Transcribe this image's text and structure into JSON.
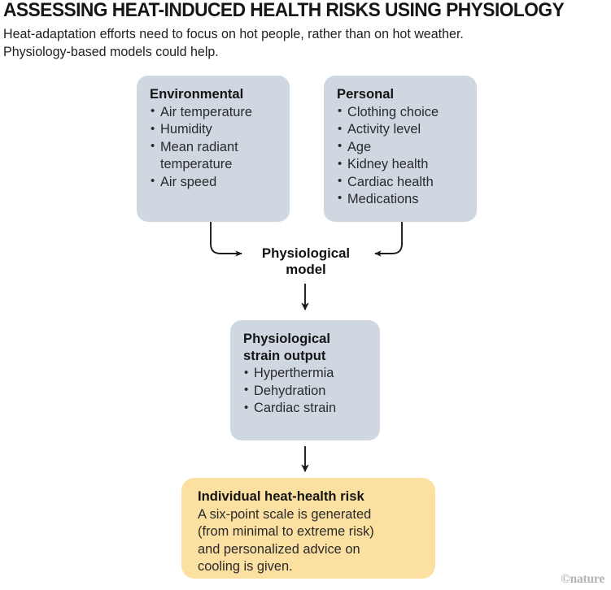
{
  "header": {
    "title": "ASSESSING HEAT-INDUCED HEALTH RISKS USING PHYSIOLOGY",
    "subtitle_line1": "Heat-adaptation efforts need to focus on hot people, rather than on hot weather.",
    "subtitle_line2": "Physiology-based models could help."
  },
  "diagram": {
    "environmental": {
      "title": "Environmental",
      "bullets": [
        "Air temperature",
        "Humidity",
        "Mean radiant\ntemperature",
        "Air speed"
      ]
    },
    "personal": {
      "title": "Personal",
      "bullets": [
        "Clothing choice",
        "Activity level",
        "Age",
        "Kidney health",
        "Cardiac health",
        "Medications"
      ]
    },
    "model": {
      "line1": "Physiological",
      "line2": "model"
    },
    "strain": {
      "title_line1": "Physiological",
      "title_line2": "strain output",
      "bullets": [
        "Hyperthermia",
        "Dehydration",
        "Cardiac strain"
      ]
    },
    "risk": {
      "title": "Individual heat-health risk",
      "body_line1": "A six-point scale is generated",
      "body_line2": "(from minimal to extreme risk)",
      "body_line3": "and personalized advice on",
      "body_line4": "cooling is given."
    }
  },
  "credit": {
    "text": "©nature"
  },
  "colors": {
    "box_blue": "#cfd8e1",
    "box_yellow": "#fbe0a2",
    "arrow": "#1a1a1a",
    "text": "#1a1a1a",
    "credit": "#b4b4b4"
  }
}
